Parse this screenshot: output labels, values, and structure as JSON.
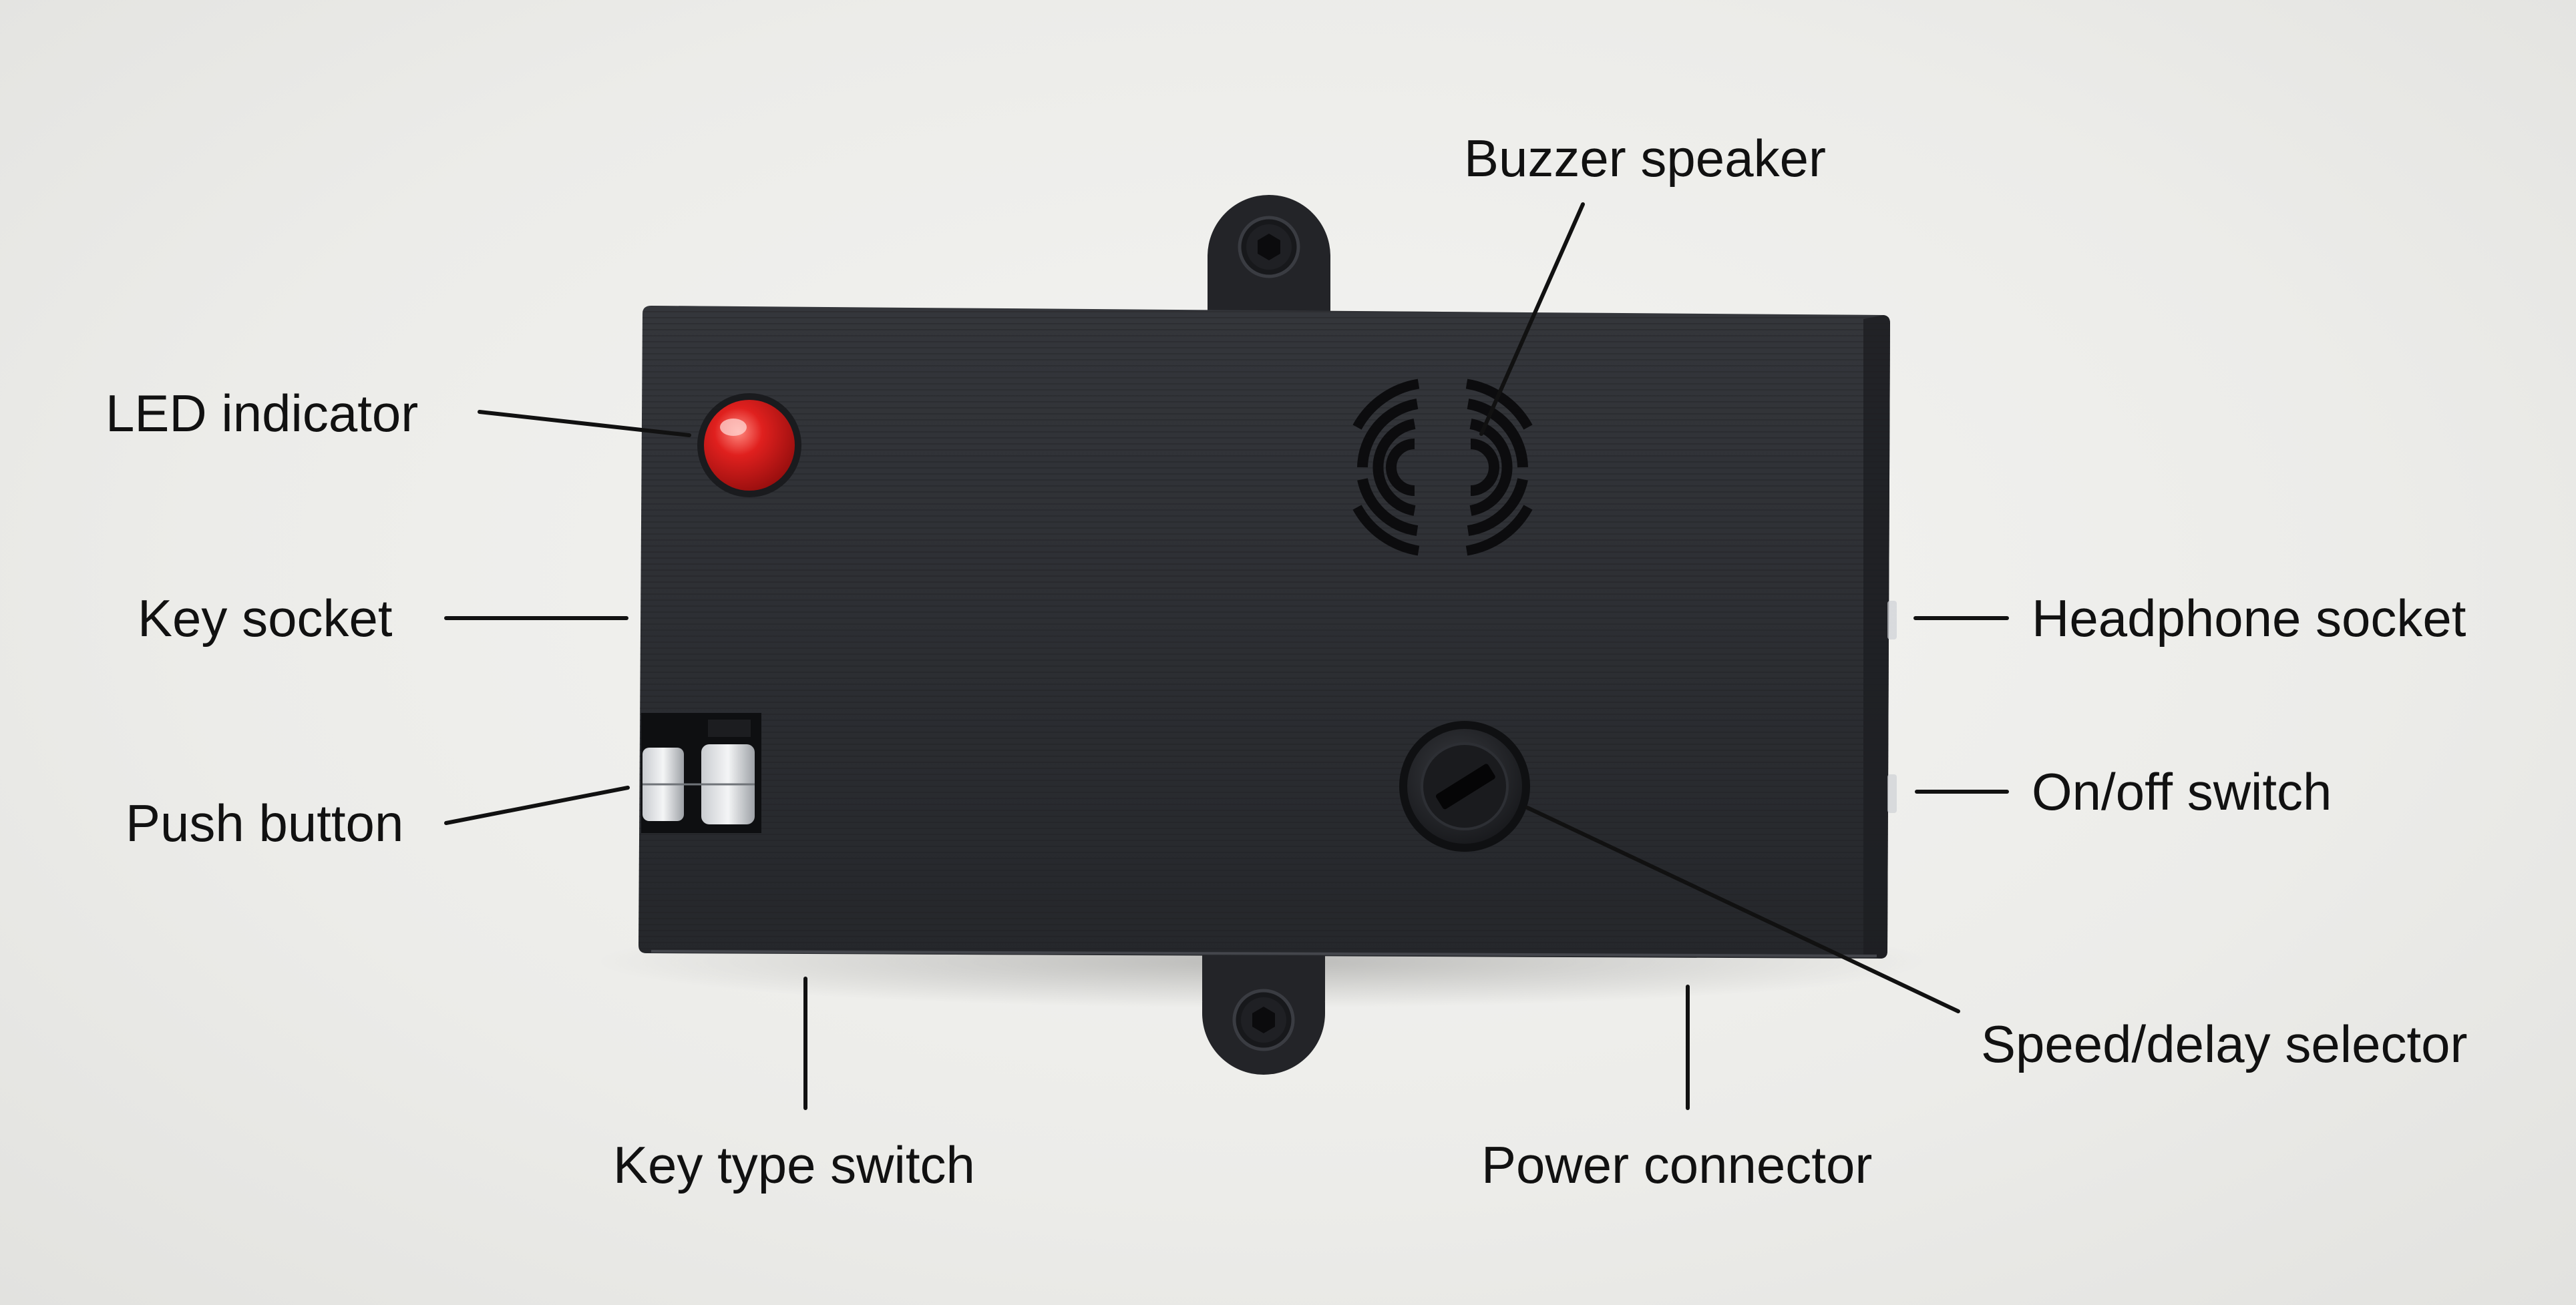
{
  "labels": {
    "buzzer_speaker": "Buzzer speaker",
    "led_indicator": "LED indicator",
    "key_socket": "Key socket",
    "push_button": "Push button",
    "headphone_socket": "Headphone socket",
    "on_off_switch": "On/off switch",
    "speed_delay_selector": "Speed/delay selector",
    "key_type_switch": "Key type switch",
    "power_connector": "Power connector"
  },
  "colors": {
    "background": "#eeeeec",
    "enclosure": "#2b2d32",
    "led": "#d11a1a",
    "leader_line": "#111111",
    "label_text": "#111111"
  },
  "icons": {
    "speaker_grille": "concentric-arc-grille",
    "mounting_screw": "hex-socket-screw",
    "selector_knob": "slotted-rotary-knob"
  }
}
